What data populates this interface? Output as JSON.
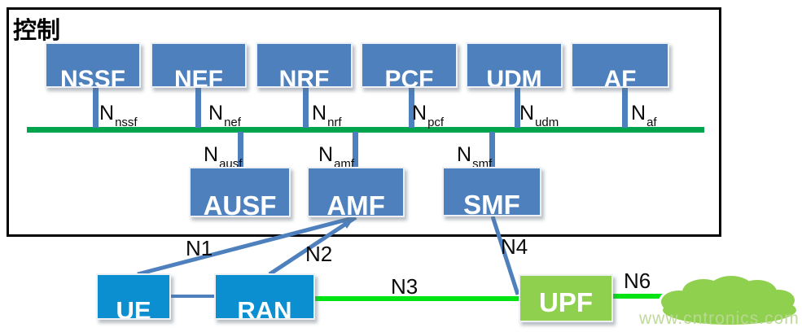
{
  "control": {
    "label": "控制"
  },
  "nodes": {
    "top": [
      {
        "id": "nssf",
        "label": "NSSF",
        "iface": {
          "main": "N",
          "sub": "nssf"
        }
      },
      {
        "id": "nef",
        "label": "NEF",
        "iface": {
          "main": "N",
          "sub": "nef"
        }
      },
      {
        "id": "nrf",
        "label": "NRF",
        "iface": {
          "main": "N",
          "sub": "nrf"
        }
      },
      {
        "id": "pcf",
        "label": "PCF",
        "iface": {
          "main": "N",
          "sub": "pcf"
        }
      },
      {
        "id": "udm",
        "label": "UDM",
        "iface": {
          "main": "N",
          "sub": "udm"
        }
      },
      {
        "id": "af",
        "label": "AF",
        "iface": {
          "main": "N",
          "sub": "af"
        }
      }
    ],
    "middle": [
      {
        "id": "ausf",
        "label": "AUSF",
        "iface": {
          "main": "N",
          "sub": "ausf"
        }
      },
      {
        "id": "amf",
        "label": "AMF",
        "iface": {
          "main": "N",
          "sub": "amf"
        }
      },
      {
        "id": "smf",
        "label": "SMF",
        "iface": {
          "main": "N",
          "sub": "smf"
        }
      }
    ],
    "bottom": [
      {
        "id": "ue",
        "label": "UE"
      },
      {
        "id": "ran",
        "label": "RAN"
      },
      {
        "id": "upf",
        "label": "UPF"
      }
    ]
  },
  "links": {
    "n1": "N1",
    "n2": "N2",
    "n3": "N3",
    "n4": "N4",
    "n6": "N6"
  },
  "watermark": "www.cntronics.com",
  "colors": {
    "steel_blue": "#4d80bd",
    "azure_blue": "#0b8fd0",
    "light_green": "#8fd14e",
    "bus_green": "#00a44c",
    "bright_green": "#00e414",
    "frame_black": "#000000"
  }
}
